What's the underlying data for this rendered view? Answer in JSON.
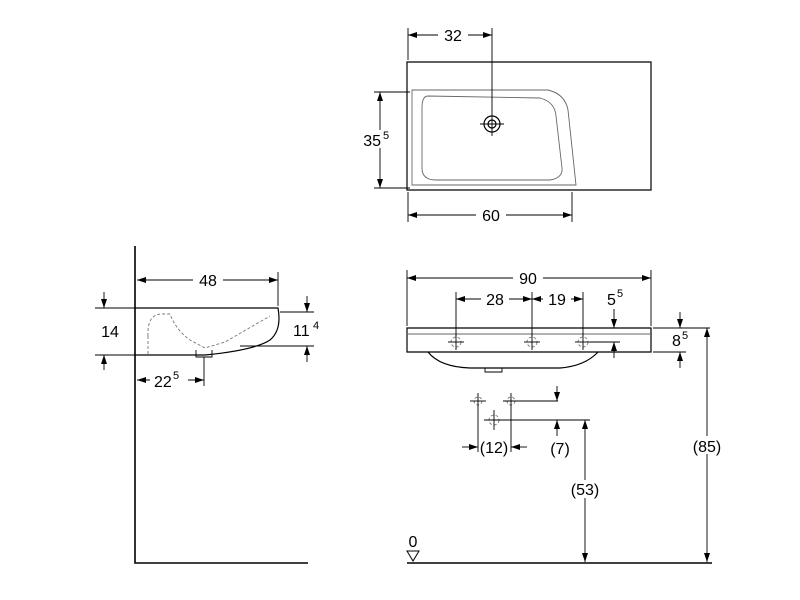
{
  "top_view": {
    "dim_tap_offset": "32",
    "dim_depth_main": "35",
    "dim_depth_sup": "5",
    "dim_bowl_width": "60"
  },
  "side_view": {
    "dim_depth": "48",
    "dim_height_left": "14",
    "dim_height_right_main": "11",
    "dim_height_right_sup": "4",
    "dim_drain_main": "22",
    "dim_drain_sup": "5"
  },
  "front_view": {
    "dim_width": "90",
    "dim_holes_a": "28",
    "dim_holes_b": "19",
    "dim_edge_main": "5",
    "dim_edge_sup": "5",
    "dim_rim_main": "8",
    "dim_rim_sup": "5",
    "dim_rim_top_height": "(85)"
  },
  "install_view": {
    "dim_spacing": "(12)",
    "dim_offset": "(7)",
    "dim_supply_height": "(53)",
    "floor_label": "0"
  }
}
